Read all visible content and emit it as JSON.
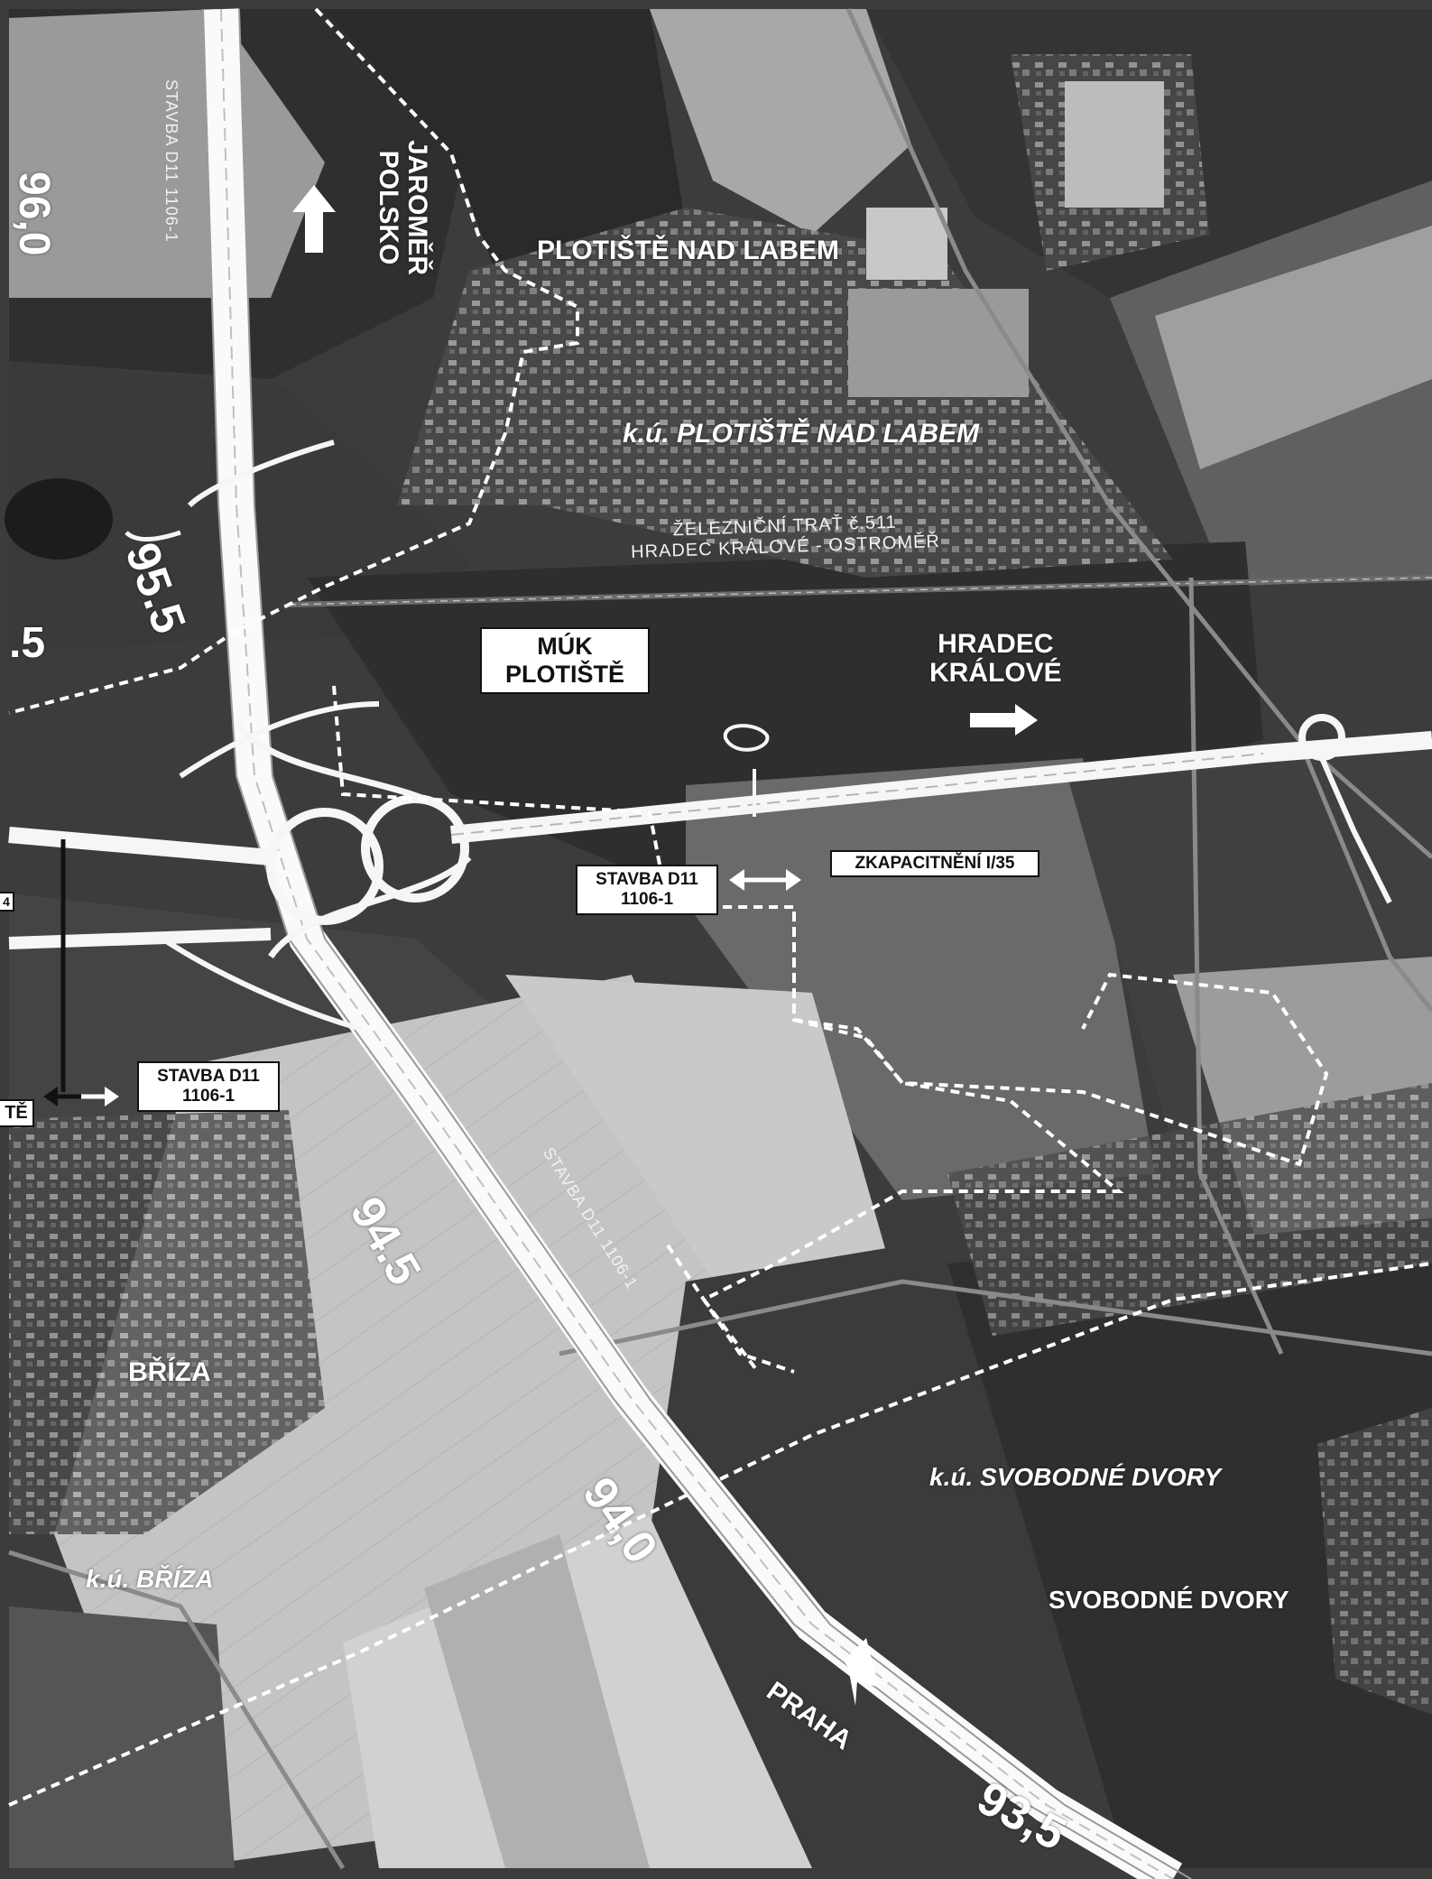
{
  "map": {
    "colors": {
      "field_dark": "#2e2e2e",
      "field_mid": "#5a5a5a",
      "field_light": "#b8b8b8",
      "field_pale": "#d6d6d6",
      "road": "#f4f4f4",
      "boundary": "#ffffff"
    },
    "kilometre_marks": [
      "96,0",
      "95.5",
      ".5",
      "94.5",
      "94,0",
      "93,5"
    ],
    "places": {
      "plotiste": "PLOTIŠTĚ NAD LABEM",
      "ku_plotiste": "k.ú. PLOTIŠTĚ NAD LABEM",
      "briza": "BŘÍZA",
      "ku_briza": "k.ú. BŘÍZA",
      "ku_svobodne": "k.ú. SVOBODNÉ DVORY",
      "svobodne": "SVOBODNÉ DVORY"
    },
    "directions": {
      "jaromer_line1": "JAROMĚŘ",
      "jaromer_line2": "POLSKO",
      "hradec_line1": "HRADEC",
      "hradec_line2": "KRÁLOVÉ",
      "praha": "PRAHA"
    },
    "railway": {
      "line1": "ŽELEZNIČNÍ TRAŤ č.511",
      "line2": "HRADEC KRÁLOVÉ - OSTROMĚŘ"
    },
    "construction": {
      "muk_line1": "MÚK",
      "muk_line2": "PLOTIŠTĚ",
      "stavba_a_line1": "STAVBA D11",
      "stavba_a_line2": "1106-1",
      "stavba_b_line1": "STAVBA D11",
      "stavba_b_line2": "1106-1",
      "zkapacitneni": "ZKAPACITNĚNÍ I/35",
      "road_label_north": "STAVBA D11 1106-1",
      "road_label_south": "STAVBA D11 1106-1"
    },
    "edge_fragments": {
      "left_te": "TĚ",
      "left_four": "4"
    }
  }
}
